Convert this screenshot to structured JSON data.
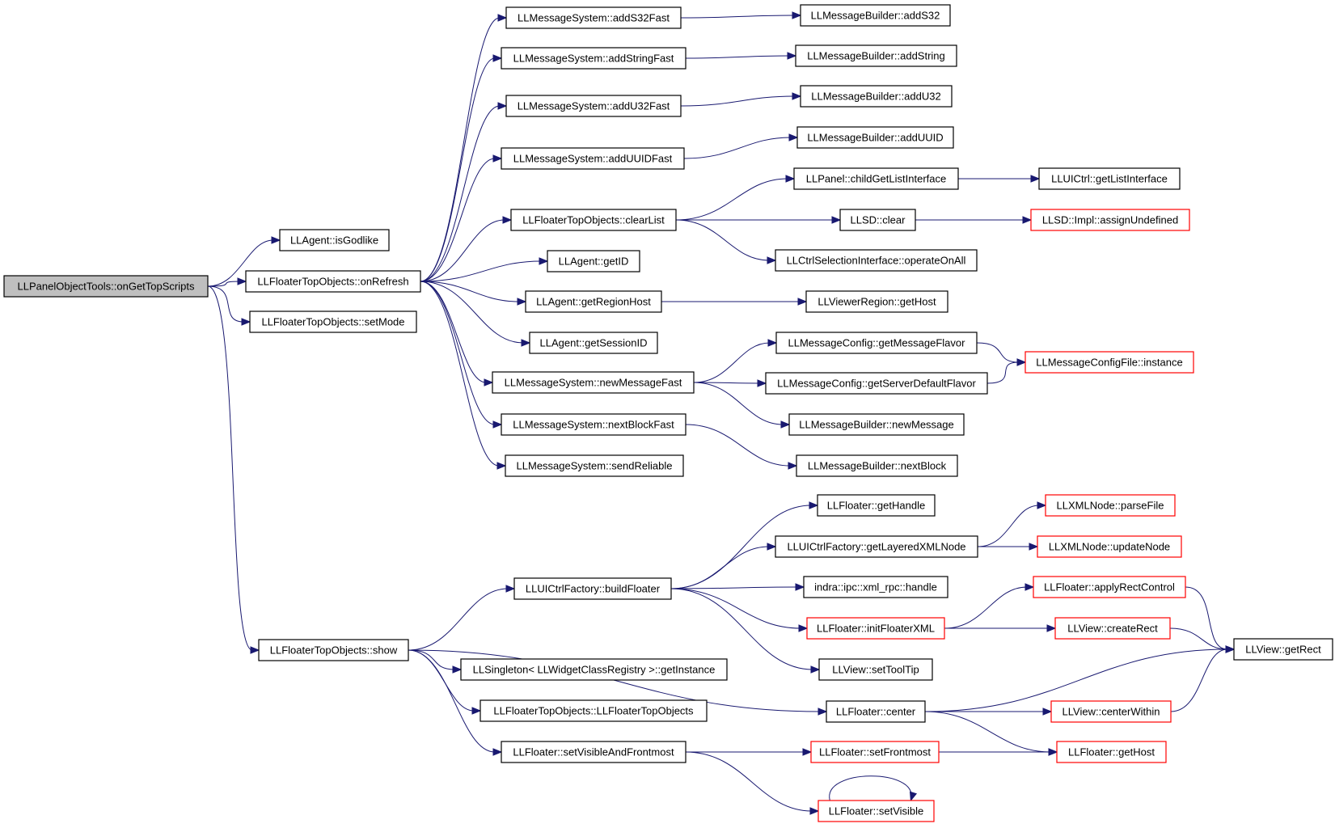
{
  "colors": {
    "edge": "#191970",
    "node_border": "#000000",
    "truncated_border": "#ff0000",
    "root_fill": "#bfbfbf"
  },
  "nodes": [
    {
      "id": "n_root",
      "label": "LLPanelObjectTools::onGetTopScripts",
      "kind": "root"
    },
    {
      "id": "n_isGodlike",
      "label": "LLAgent::isGodlike",
      "kind": "normal"
    },
    {
      "id": "n_onRefresh",
      "label": "LLFloaterTopObjects::onRefresh",
      "kind": "normal"
    },
    {
      "id": "n_setMode",
      "label": "LLFloaterTopObjects::setMode",
      "kind": "normal"
    },
    {
      "id": "n_show",
      "label": "LLFloaterTopObjects::show",
      "kind": "normal"
    },
    {
      "id": "n_addS32Fast",
      "label": "LLMessageSystem::addS32Fast",
      "kind": "normal"
    },
    {
      "id": "n_addStringFast",
      "label": "LLMessageSystem::addStringFast",
      "kind": "normal"
    },
    {
      "id": "n_addU32Fast",
      "label": "LLMessageSystem::addU32Fast",
      "kind": "normal"
    },
    {
      "id": "n_addUUIDFast",
      "label": "LLMessageSystem::addUUIDFast",
      "kind": "normal"
    },
    {
      "id": "n_clearList",
      "label": "LLFloaterTopObjects::clearList",
      "kind": "normal"
    },
    {
      "id": "n_getID",
      "label": "LLAgent::getID",
      "kind": "normal"
    },
    {
      "id": "n_getRegionHost",
      "label": "LLAgent::getRegionHost",
      "kind": "normal"
    },
    {
      "id": "n_getSessionID",
      "label": "LLAgent::getSessionID",
      "kind": "normal"
    },
    {
      "id": "n_newMessageFast",
      "label": "LLMessageSystem::newMessageFast",
      "kind": "normal"
    },
    {
      "id": "n_nextBlockFast",
      "label": "LLMessageSystem::nextBlockFast",
      "kind": "normal"
    },
    {
      "id": "n_sendReliable",
      "label": "LLMessageSystem::sendReliable",
      "kind": "normal"
    },
    {
      "id": "n_mb_addS32",
      "label": "LLMessageBuilder::addS32",
      "kind": "normal"
    },
    {
      "id": "n_mb_addString",
      "label": "LLMessageBuilder::addString",
      "kind": "normal"
    },
    {
      "id": "n_mb_addU32",
      "label": "LLMessageBuilder::addU32",
      "kind": "normal"
    },
    {
      "id": "n_mb_addUUID",
      "label": "LLMessageBuilder::addUUID",
      "kind": "normal"
    },
    {
      "id": "n_childGetListInterface",
      "label": "LLPanel::childGetListInterface",
      "kind": "normal"
    },
    {
      "id": "n_getListInterface",
      "label": "LLUICtrl::getListInterface",
      "kind": "normal"
    },
    {
      "id": "n_llsdClear",
      "label": "LLSD::clear",
      "kind": "normal"
    },
    {
      "id": "n_assignUndefined",
      "label": "LLSD::Impl::assignUndefined",
      "kind": "truncated"
    },
    {
      "id": "n_operateOnAll",
      "label": "LLCtrlSelectionInterface::operateOnAll",
      "kind": "normal"
    },
    {
      "id": "n_getHost",
      "label": "LLViewerRegion::getHost",
      "kind": "normal"
    },
    {
      "id": "n_getMessageFlavor",
      "label": "LLMessageConfig::getMessageFlavor",
      "kind": "normal"
    },
    {
      "id": "n_getServerDefaultFlavor",
      "label": "LLMessageConfig::getServerDefaultFlavor",
      "kind": "normal"
    },
    {
      "id": "n_configInstance",
      "label": "LLMessageConfigFile::instance",
      "kind": "truncated"
    },
    {
      "id": "n_mb_newMessage",
      "label": "LLMessageBuilder::newMessage",
      "kind": "normal"
    },
    {
      "id": "n_mb_nextBlock",
      "label": "LLMessageBuilder::nextBlock",
      "kind": "normal"
    },
    {
      "id": "n_buildFloater",
      "label": "LLUICtrlFactory::buildFloater",
      "kind": "normal"
    },
    {
      "id": "n_getInstance",
      "label": "LLSingleton< LLWidgetClassRegistry >::getInstance",
      "kind": "normal"
    },
    {
      "id": "n_ctor",
      "label": "LLFloaterTopObjects::LLFloaterTopObjects",
      "kind": "normal"
    },
    {
      "id": "n_setVisibleAndFrontmost",
      "label": "LLFloater::setVisibleAndFrontmost",
      "kind": "normal"
    },
    {
      "id": "n_getHandle",
      "label": "LLFloater::getHandle",
      "kind": "normal"
    },
    {
      "id": "n_getLayeredXMLNode",
      "label": "LLUICtrlFactory::getLayeredXMLNode",
      "kind": "normal"
    },
    {
      "id": "n_xmlrpcHandle",
      "label": "indra::ipc::xml_rpc::handle",
      "kind": "normal"
    },
    {
      "id": "n_initFloaterXML",
      "label": "LLFloater::initFloaterXML",
      "kind": "truncated"
    },
    {
      "id": "n_setToolTip",
      "label": "LLView::setToolTip",
      "kind": "normal"
    },
    {
      "id": "n_center",
      "label": "LLFloater::center",
      "kind": "normal"
    },
    {
      "id": "n_setFrontmost",
      "label": "LLFloater::setFrontmost",
      "kind": "truncated"
    },
    {
      "id": "n_setVisible",
      "label": "LLFloater::setVisible",
      "kind": "truncated"
    },
    {
      "id": "n_parseFile",
      "label": "LLXMLNode::parseFile",
      "kind": "truncated"
    },
    {
      "id": "n_updateNode",
      "label": "LLXMLNode::updateNode",
      "kind": "truncated"
    },
    {
      "id": "n_applyRectControl",
      "label": "LLFloater::applyRectControl",
      "kind": "truncated"
    },
    {
      "id": "n_createRect",
      "label": "LLView::createRect",
      "kind": "truncated"
    },
    {
      "id": "n_centerWithin",
      "label": "LLView::centerWithin",
      "kind": "truncated"
    },
    {
      "id": "n_floaterGetHost",
      "label": "LLFloater::getHost",
      "kind": "truncated"
    },
    {
      "id": "n_getRect",
      "label": "LLView::getRect",
      "kind": "normal"
    }
  ],
  "edges": [
    [
      "n_root",
      "n_isGodlike"
    ],
    [
      "n_root",
      "n_onRefresh"
    ],
    [
      "n_root",
      "n_setMode"
    ],
    [
      "n_root",
      "n_show"
    ],
    [
      "n_onRefresh",
      "n_addS32Fast"
    ],
    [
      "n_onRefresh",
      "n_addStringFast"
    ],
    [
      "n_onRefresh",
      "n_addU32Fast"
    ],
    [
      "n_onRefresh",
      "n_addUUIDFast"
    ],
    [
      "n_onRefresh",
      "n_clearList"
    ],
    [
      "n_onRefresh",
      "n_getID"
    ],
    [
      "n_onRefresh",
      "n_getRegionHost"
    ],
    [
      "n_onRefresh",
      "n_getSessionID"
    ],
    [
      "n_onRefresh",
      "n_newMessageFast"
    ],
    [
      "n_onRefresh",
      "n_nextBlockFast"
    ],
    [
      "n_onRefresh",
      "n_sendReliable"
    ],
    [
      "n_addS32Fast",
      "n_mb_addS32"
    ],
    [
      "n_addStringFast",
      "n_mb_addString"
    ],
    [
      "n_addU32Fast",
      "n_mb_addU32"
    ],
    [
      "n_addUUIDFast",
      "n_mb_addUUID"
    ],
    [
      "n_clearList",
      "n_childGetListInterface"
    ],
    [
      "n_clearList",
      "n_llsdClear"
    ],
    [
      "n_clearList",
      "n_operateOnAll"
    ],
    [
      "n_childGetListInterface",
      "n_getListInterface"
    ],
    [
      "n_llsdClear",
      "n_assignUndefined"
    ],
    [
      "n_getRegionHost",
      "n_getHost"
    ],
    [
      "n_newMessageFast",
      "n_getMessageFlavor"
    ],
    [
      "n_newMessageFast",
      "n_getServerDefaultFlavor"
    ],
    [
      "n_newMessageFast",
      "n_mb_newMessage"
    ],
    [
      "n_getMessageFlavor",
      "n_configInstance"
    ],
    [
      "n_getServerDefaultFlavor",
      "n_configInstance"
    ],
    [
      "n_nextBlockFast",
      "n_mb_nextBlock"
    ],
    [
      "n_show",
      "n_buildFloater"
    ],
    [
      "n_show",
      "n_getInstance"
    ],
    [
      "n_show",
      "n_ctor"
    ],
    [
      "n_show",
      "n_setVisibleAndFrontmost"
    ],
    [
      "n_show",
      "n_center"
    ],
    [
      "n_buildFloater",
      "n_getHandle"
    ],
    [
      "n_buildFloater",
      "n_getLayeredXMLNode"
    ],
    [
      "n_buildFloater",
      "n_xmlrpcHandle"
    ],
    [
      "n_buildFloater",
      "n_initFloaterXML"
    ],
    [
      "n_buildFloater",
      "n_setToolTip"
    ],
    [
      "n_getLayeredXMLNode",
      "n_parseFile"
    ],
    [
      "n_getLayeredXMLNode",
      "n_updateNode"
    ],
    [
      "n_initFloaterXML",
      "n_applyRectControl"
    ],
    [
      "n_initFloaterXML",
      "n_createRect"
    ],
    [
      "n_applyRectControl",
      "n_getRect"
    ],
    [
      "n_createRect",
      "n_getRect"
    ],
    [
      "n_center",
      "n_getRect"
    ],
    [
      "n_center",
      "n_centerWithin"
    ],
    [
      "n_center",
      "n_floaterGetHost"
    ],
    [
      "n_centerWithin",
      "n_getRect"
    ],
    [
      "n_setVisibleAndFrontmost",
      "n_setFrontmost"
    ],
    [
      "n_setVisibleAndFrontmost",
      "n_setVisible"
    ],
    [
      "n_setFrontmost",
      "n_floaterGetHost"
    ],
    [
      "n_setVisible",
      "n_setVisible"
    ]
  ]
}
